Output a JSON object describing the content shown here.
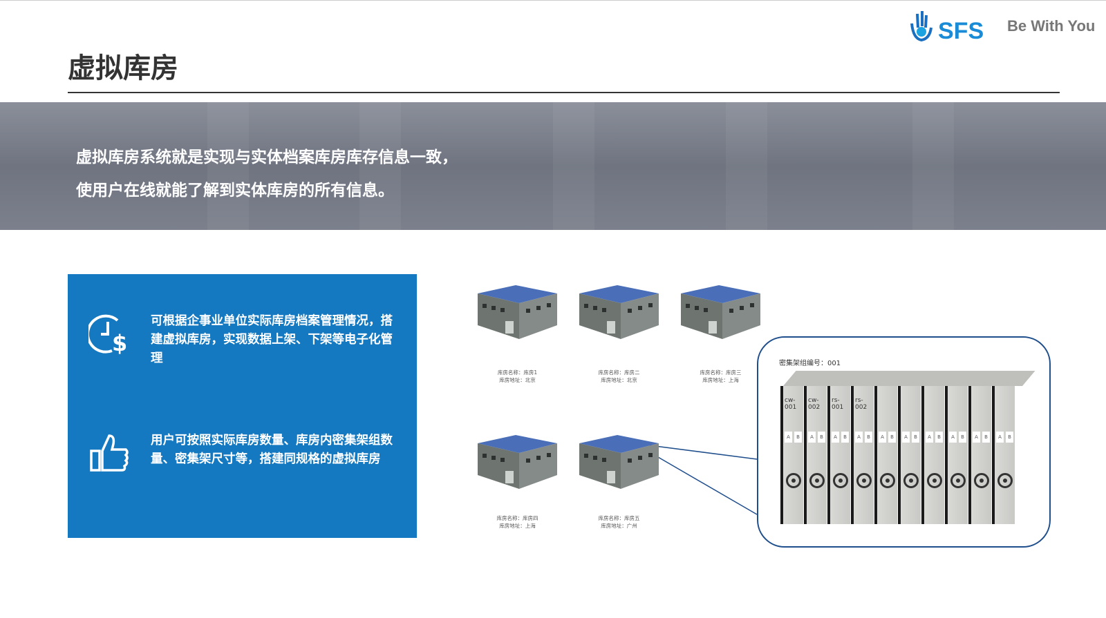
{
  "header": {
    "title": "虚拟库房",
    "logo_text": "SFS",
    "slogan": "Be With You"
  },
  "banner": {
    "line1": "虚拟库房系统就是实现与实体档案库房库存信息一致，",
    "line2": "使用户在线就能了解到实体库房的所有信息。"
  },
  "features": [
    {
      "icon": "clock-dollar-icon",
      "text": "可根据企事业单位实际库房档案管理情况，搭建虚拟库房，实现数据上架、下架等电子化管理"
    },
    {
      "icon": "thumbs-up-icon",
      "text": "用户可按照实际库房数量、库房内密集架组数量、密集架尺寸等，搭建同规格的虚拟库房"
    }
  ],
  "warehouses": [
    {
      "name": "库房名称：库房1",
      "addr": "库房地址：北京"
    },
    {
      "name": "库房名称：库房二",
      "addr": "库房地址：北京"
    },
    {
      "name": "库房名称：库房三",
      "addr": "库房地址：上海"
    },
    {
      "name": "库房名称：库房四",
      "addr": "库房地址：上海"
    },
    {
      "name": "库房名称：库房五",
      "addr": "库房地址：广州"
    }
  ],
  "shelf_group": {
    "caption": "密集架组编号：001",
    "labels": [
      "cw-001",
      "cw-002",
      "rs-001",
      "rs-002",
      "",
      "",
      "",
      "",
      "",
      ""
    ],
    "side_a": "A",
    "side_b": "B"
  }
}
